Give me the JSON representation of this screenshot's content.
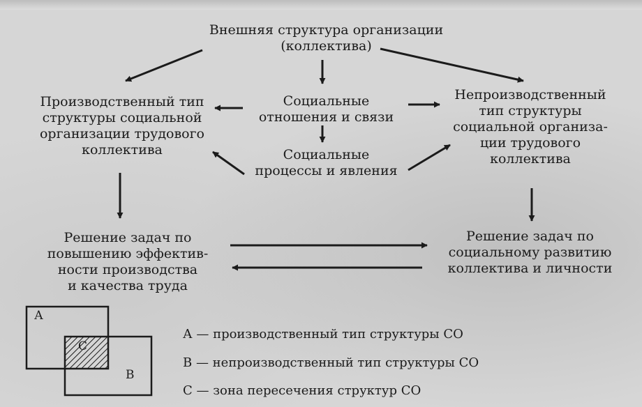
{
  "diagram": {
    "nodes": {
      "external": "Внешняя структура организации\n(коллектива)",
      "production_type": "Производственный тип\nструктуры социальной\nорганизации трудового\nколлектива",
      "social_relations": "Социальные\nотношения и связи",
      "social_processes": "Социальные\nпроцессы и явления",
      "nonproduction_type": "Непроизводственный\nтип структуры\nсоциальной организа-\nции трудового\nколлектива",
      "efficiency_tasks": "Решение задач по\nповышению эффектив-\nности производства\nи качества труда",
      "social_dev_tasks": "Решение задач по\nсоциальному развитию\nколлектива и личности"
    }
  },
  "legend": {
    "box_a": "А",
    "box_b": "В",
    "box_c": "С",
    "items": [
      "А — производственный тип структуры СО",
      "В — непроизводственный тип структуры СО",
      "С — зона пересечения структур СО"
    ]
  },
  "colors": {
    "ink": "#1b1b1b",
    "paper": "#d6d6d6"
  }
}
